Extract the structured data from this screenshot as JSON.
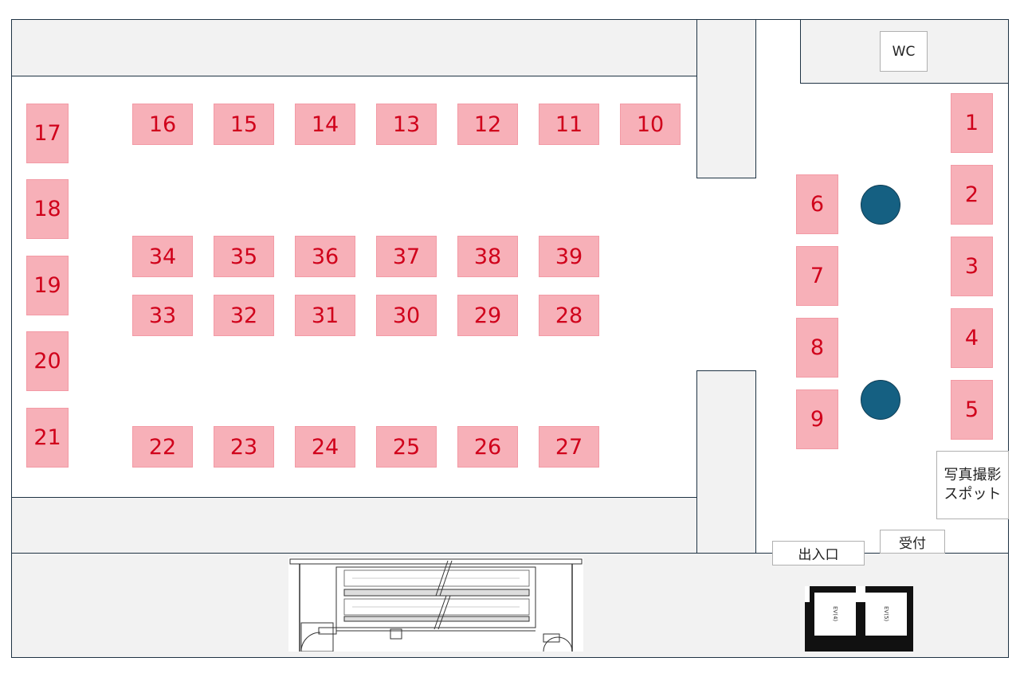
{
  "colors": {
    "booth_fill": "#f7b0b8",
    "booth_text": "#d0021b",
    "wall_fill": "#f2f2f2",
    "wall_line": "#1f3344",
    "pillar": "#156082"
  },
  "labels": {
    "wc": "WC",
    "photo_spot_line1": "写真撮影",
    "photo_spot_line2": "スポット",
    "entrance": "出入口",
    "reception": "受付",
    "ev4": "EV(4)",
    "ev5": "EV(5)"
  },
  "booths": {
    "b1": "1",
    "b2": "2",
    "b3": "3",
    "b4": "4",
    "b5": "5",
    "b6": "6",
    "b7": "7",
    "b8": "8",
    "b9": "9",
    "b10": "10",
    "b11": "11",
    "b12": "12",
    "b13": "13",
    "b14": "14",
    "b15": "15",
    "b16": "16",
    "b17": "17",
    "b18": "18",
    "b19": "19",
    "b20": "20",
    "b21": "21",
    "b22": "22",
    "b23": "23",
    "b24": "24",
    "b25": "25",
    "b26": "26",
    "b27": "27",
    "b28": "28",
    "b29": "29",
    "b30": "30",
    "b31": "31",
    "b32": "32",
    "b33": "33",
    "b34": "34",
    "b35": "35",
    "b36": "36",
    "b37": "37",
    "b38": "38",
    "b39": "39"
  },
  "icons": {
    "pillar": "circle-pillar-icon",
    "escalator": "escalator-icon",
    "elevator": "elevator-icon"
  }
}
